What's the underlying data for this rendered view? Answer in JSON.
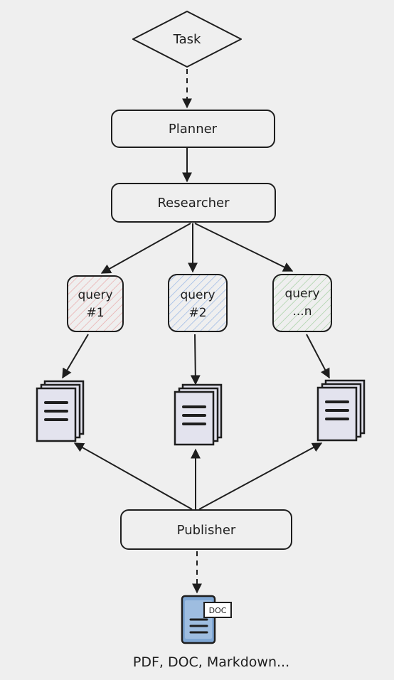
{
  "nodes": {
    "task": "Task",
    "planner": "Planner",
    "researcher": "Researcher",
    "query1_line1": "query",
    "query1_line2": "#1",
    "query2_line1": "query",
    "query2_line2": "#2",
    "query3_line1": "query",
    "query3_line2": "...n",
    "publisher": "Publisher",
    "doc_badge": "DOC",
    "output_caption": "PDF, DOC, Markdown..."
  },
  "colors": {
    "stroke": "#1e1e1e",
    "query1_fill": "#f4b8b8",
    "query2_fill": "#a8c4ec",
    "query3_fill": "#b6d9b4",
    "doc_page": "#e3e3ee",
    "output_doc": "#7fa7d4"
  }
}
